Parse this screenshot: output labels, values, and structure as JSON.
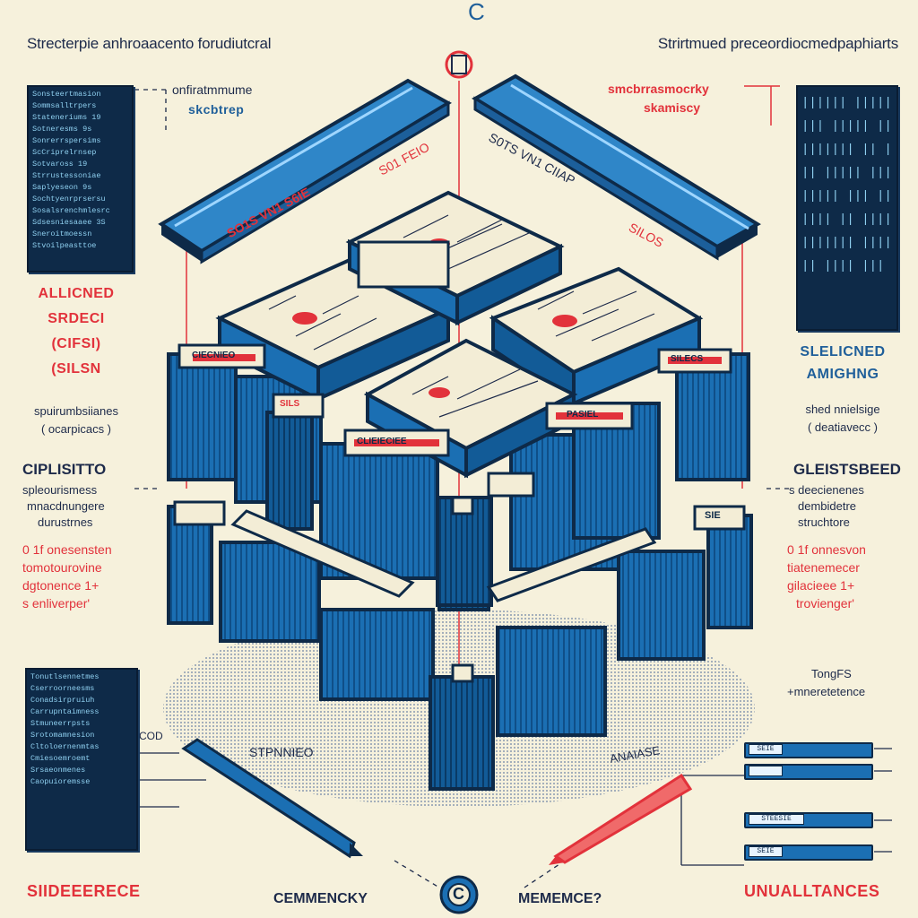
{
  "header": {
    "left_title": "Strecterpie anhroaacento forudiutcral",
    "right_title": "Strirtmued preceordiocmedpaphiarts"
  },
  "top_labels": {
    "left_line1": "onfiratmmume",
    "left_line2": "skcbtrep",
    "right_line1": "smcbrrasmocrky",
    "right_line2": "skamiscy"
  },
  "left_side": {
    "heading_lines": [
      "ALLICNED",
      "SRDECI",
      "(CIFSI)",
      "(SILSN"
    ],
    "sub1_lines": [
      "spuirumbsiianes",
      "( ocarpicacs )"
    ],
    "heading2": "CIPLISITTO",
    "desc_lines": [
      "spleourismess",
      "mnacdnungere",
      "durustrnes"
    ],
    "red_lines": [
      "0 1f onesensten",
      "tomotourovine",
      "dgtonence  1+",
      "s enliverper'"
    ]
  },
  "right_side": {
    "heading_lines": [
      "SLELICNED",
      "AMIGHNG"
    ],
    "sub1_lines": [
      "shed nnielsige",
      "( deatiavecc )"
    ],
    "heading2": "GLEISTSBEED",
    "desc_lines": [
      "s deecienenes",
      "dembidetre",
      "struchtore"
    ],
    "red_lines": [
      "0 1f onnesvon",
      "tiatenemecer",
      "gilacieee  1+",
      "trovienger'"
    ],
    "note_lines": [
      "TongFS",
      "+mneretetence"
    ]
  },
  "center_labels": {
    "tl": "SO1S  VN1  S6IE",
    "tm": "S01  FEIO",
    "tr": "S0TS  VN1  CIIAP",
    "tr2": "SILOS",
    "block_left": "CIECNIEO",
    "block_mid": "CLIEIECIEE",
    "block_right": "PASIEL",
    "block_far_right": "SILECS",
    "small_left": "SILS",
    "small_right": "SIE"
  },
  "code_panel_tl": {
    "lines": [
      "Sonsteertmasion",
      "Sommsalltrpers",
      "Stateneriums 19",
      "Sotneresms 9s",
      "Sonrerrspersims",
      "ScCriprelrnsep",
      "Sotvaross 19",
      "Strrustessoniae",
      "Saplyeseon 9s",
      "Sochtyenrprsersu",
      "Sosalsrenchmlesrc",
      "Sdsesniesaaee 3S",
      "Sneroitmoessn",
      "Stvoilpeasttoe"
    ]
  },
  "code_panel_bl": {
    "lines": [
      "Tonutlsennetmes",
      "Cserroorneesms",
      "Conadsirpruiuh",
      "Carrupntaimness",
      "Stmuneerrpsts",
      "Srotomamnesion",
      "Cltoloernenmtas",
      "Cmiesoemroemt",
      "Srsaeonmenes",
      "Caopuioremsse"
    ]
  },
  "code_panel_tr": {
    "lines": [
      "|||||| ||||| ||||",
      "|||  ||||| ||| ||",
      "||||||| || |||||",
      "|| ||||| ||||| ||",
      "||||| ||| |||||||",
      "|||| || ||||| |||",
      "||||||| |||| ||||",
      "|| |||| ||| |||||"
    ]
  },
  "bottom": {
    "left_heading": "SIIDEEERECE",
    "left_tag": "COD",
    "center_left": "CEMMENCKY",
    "center_right": "MEMEMCE?",
    "right_heading": "UNUALLTANCES",
    "pen_left_label": "STPNNIEO",
    "pen_right_label": "ANAIASE",
    "logo_char": "C"
  },
  "right_bars": [
    "SEIE",
    "",
    "STEESIE",
    "SEIE"
  ],
  "colors": {
    "background": "#f6f1dc",
    "navy": "#0e2a48",
    "blue": "#1b6fb3",
    "red": "#e2323b"
  }
}
